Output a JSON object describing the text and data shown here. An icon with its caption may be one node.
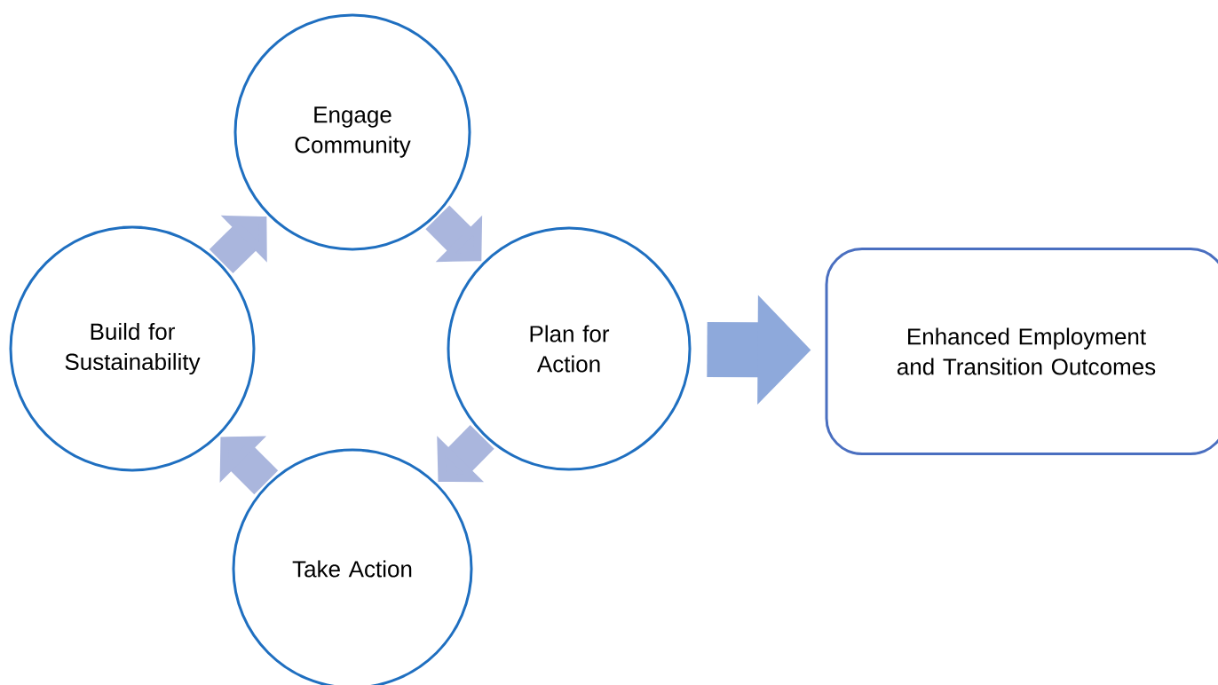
{
  "diagram": {
    "nodes": [
      {
        "text": [
          "Engage Community"
        ]
      },
      {
        "text": [
          "Plan for Action"
        ]
      },
      {
        "text": [
          "Take Action"
        ]
      },
      {
        "text": [
          "Build for Sustainability"
        ]
      },
      {
        "text": [
          "Enhanced Employment and Transition Outcomes"
        ]
      }
    ],
    "edges": [
      {
        "from": 3,
        "to": 0,
        "arrow": "to"
      },
      {
        "from": 0,
        "to": 1,
        "arrow": "to"
      },
      {
        "from": 1,
        "to": 2,
        "arrow": "to"
      },
      {
        "from": 2,
        "to": 3,
        "arrow": "to"
      },
      {
        "from": 1,
        "to": 4,
        "arrow": "to",
        "color": "#8ea9db"
      }
    ]
  }
}
